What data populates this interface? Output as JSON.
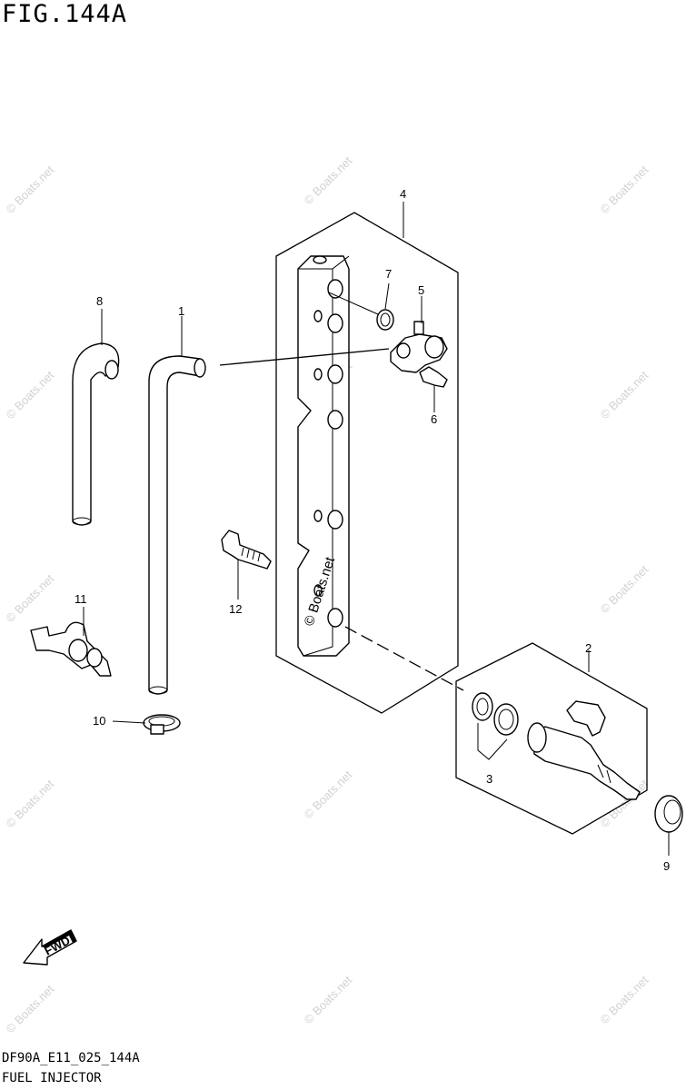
{
  "figure": {
    "title": "FIG.144A",
    "code": "DF90A_E11_025_144A",
    "caption": "FUEL INJECTOR"
  },
  "callouts": [
    "1",
    "2",
    "3",
    "4",
    "5",
    "6",
    "7",
    "8",
    "9",
    "10",
    "11",
    "12"
  ],
  "watermark": {
    "text": "© Boats.net"
  },
  "fwd_indicator": {
    "label": "FWD"
  }
}
